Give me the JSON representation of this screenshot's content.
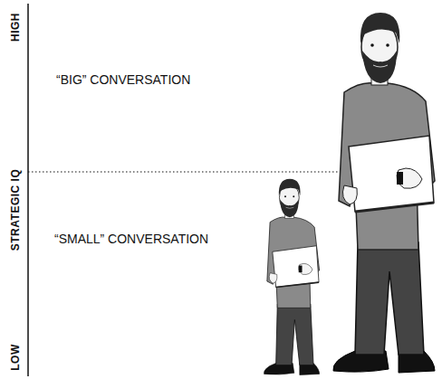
{
  "diagram": {
    "labels": [
      "HIGH",
      "STRATEGIC IQ",
      "LOW",
      "“BIG” CONVERSATION",
      "“SMALL” CONVERSATION"
    ]
  }
}
